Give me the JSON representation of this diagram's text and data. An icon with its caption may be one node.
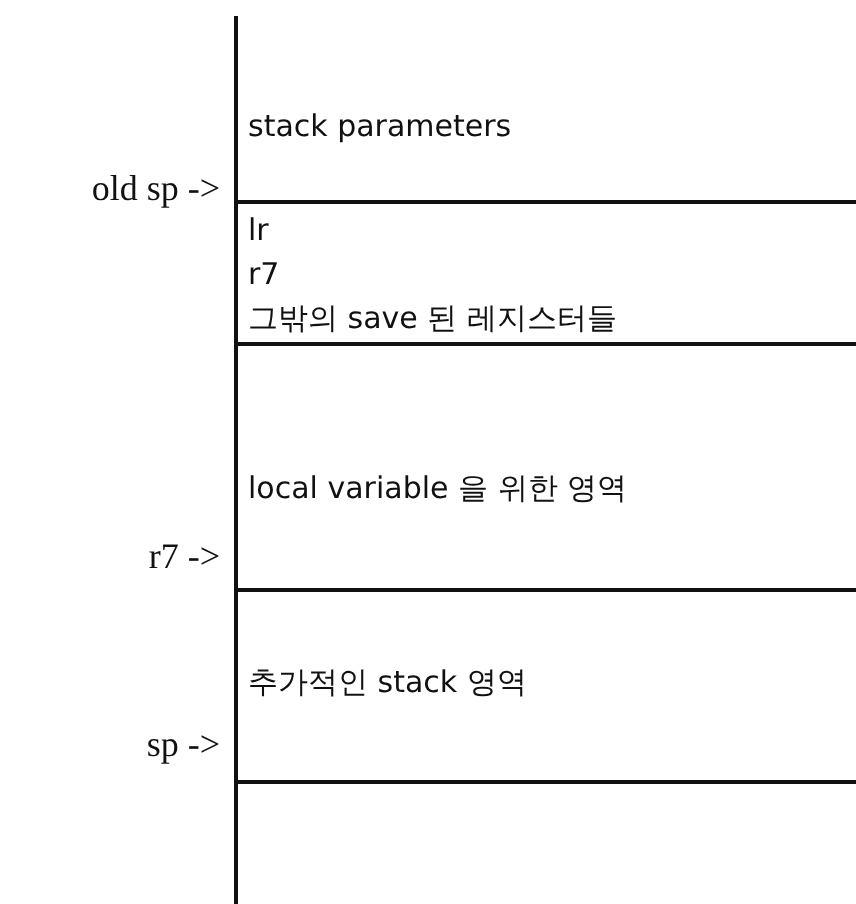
{
  "diagram": {
    "nodes": [
      {
        "text": [
          "stack parameters"
        ]
      },
      {
        "text": [
          "lr",
          "r7",
          "그밖의 save 된 레지스터들"
        ]
      },
      {
        "text": [
          "local variable 을 위한 영역"
        ]
      },
      {
        "text": [
          "추가적인 stack 영역"
        ]
      }
    ],
    "labels": [
      "old sp ->",
      "r7 ->",
      "sp ->"
    ]
  }
}
